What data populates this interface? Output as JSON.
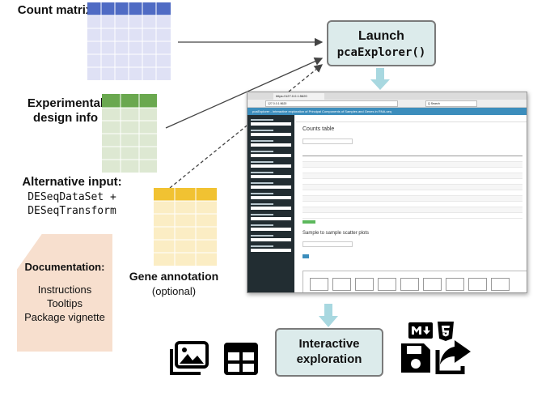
{
  "inputs": {
    "count_matrix": "Count matrix",
    "design_title": "Experimental design info",
    "alternative_title": "Alternative input:",
    "alternative_lines": [
      "DESeqDataSet +",
      "DESeqTransform"
    ],
    "gene_annotation": "Gene annotation",
    "gene_annotation_optional": "(optional)"
  },
  "launch": {
    "title": "Launch",
    "function": "pcaExplorer()"
  },
  "documentation": {
    "title": "Documentation:",
    "items": [
      "Instructions",
      "Tooltips",
      "Package vignette"
    ]
  },
  "output": {
    "title": "Interactive exploration"
  },
  "browser": {
    "tab_label": "https://127.0.0.1:5620",
    "url": "127.0.0.1:5620",
    "search_placeholder": "Q  Search",
    "app_title": "pcaExplorer - Interactive exploration of Principal Components of Samples and Genes in RNA-seq",
    "section_title": "Counts table",
    "section2_title": "Sample to sample scatter plots"
  },
  "colors": {
    "count_header": "#4f6bc4",
    "count_body": "#dfe1f5",
    "design_header": "#6aa84f",
    "design_body": "#dde8d2",
    "annotation_header": "#f1c232",
    "annotation_body": "#fbedc4",
    "arrow_blue": "#a8d8e0",
    "launch_bg": "#dcebeb",
    "doc_bg": "#f7dfce",
    "app_header": "#3c8dbc",
    "sidebar": "#222d32"
  },
  "icons": [
    "image-gallery-icon",
    "table-icon",
    "markdown-icon",
    "html5-icon",
    "save-icon",
    "export-share-icon"
  ]
}
